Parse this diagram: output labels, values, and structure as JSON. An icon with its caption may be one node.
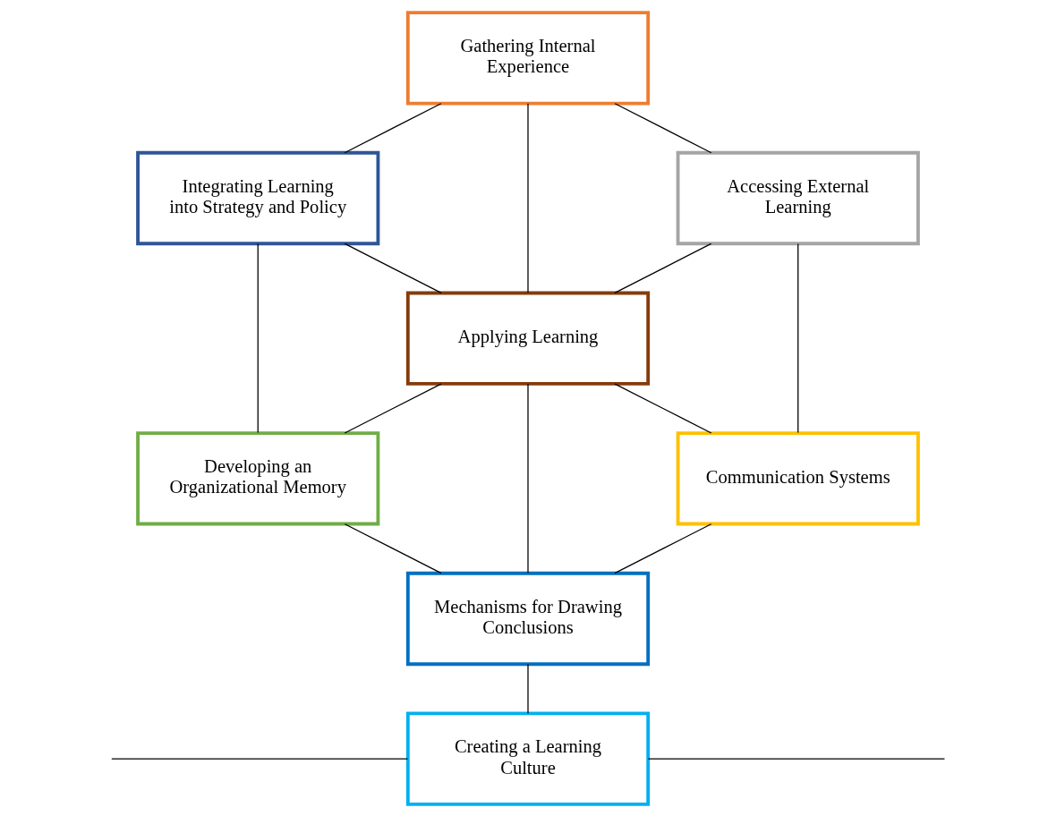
{
  "diagram": {
    "nodes": [
      {
        "text": [
          "Gathering Internal Experience"
        ]
      },
      {
        "text": [
          "Integrating Learning into Strategy and Policy"
        ]
      },
      {
        "text": [
          "Accessing External Learning"
        ]
      },
      {
        "text": [
          "Applying Learning"
        ]
      },
      {
        "text": [
          "Developing an Organizational Memory"
        ]
      },
      {
        "text": [
          "Communication Systems"
        ]
      },
      {
        "text": [
          "Mechanisms for Drawing Conclusions"
        ]
      },
      {
        "text": [
          "Creating a Learning Culture"
        ]
      }
    ],
    "edges": [
      {
        "from": 0,
        "to": 1,
        "arrow": "none"
      },
      {
        "from": 0,
        "to": 2,
        "arrow": "none"
      },
      {
        "from": 0,
        "to": 3,
        "arrow": "none"
      },
      {
        "from": 1,
        "to": 3,
        "arrow": "none"
      },
      {
        "from": 2,
        "to": 3,
        "arrow": "none"
      },
      {
        "from": 1,
        "to": 4,
        "arrow": "none"
      },
      {
        "from": 2,
        "to": 5,
        "arrow": "none"
      },
      {
        "from": 3,
        "to": 4,
        "arrow": "none"
      },
      {
        "from": 3,
        "to": 5,
        "arrow": "none"
      },
      {
        "from": 3,
        "to": 6,
        "arrow": "none"
      },
      {
        "from": 4,
        "to": 6,
        "arrow": "none"
      },
      {
        "from": 5,
        "to": 6,
        "arrow": "none"
      },
      {
        "from": 6,
        "to": 7,
        "arrow": "none"
      },
      {
        "from": null,
        "to": 7,
        "arrow": "none"
      },
      {
        "from": 7,
        "to": null,
        "arrow": "none"
      }
    ]
  }
}
